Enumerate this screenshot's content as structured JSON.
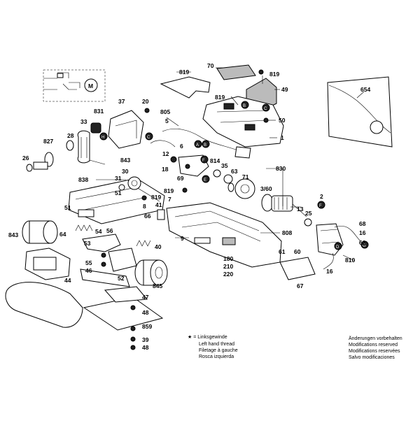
{
  "labels": {
    "l70": "70",
    "l819a": "819",
    "l819b": "819",
    "l819c": "819",
    "l49": "49",
    "l654": "654",
    "l37": "37",
    "l20": "20",
    "l831": "831",
    "l33": "33",
    "l827": "827",
    "l28": "28",
    "l26": "26",
    "l805": "805",
    "l5": "5",
    "l50": "50",
    "l1": "1",
    "l6": "6",
    "l814": "814",
    "l12": "12",
    "l18": "18",
    "l843a": "843",
    "l30": "30",
    "l31": "31",
    "l35": "35",
    "l63": "63",
    "l830": "830",
    "l71": "71",
    "l3_60": "3/60",
    "l69": "69",
    "l838": "838",
    "l51a": "51",
    "l819d": "819",
    "l8": "8",
    "l819e": "819",
    "l7": "7",
    "l13": "13",
    "l2": "2",
    "l25": "25",
    "l68": "68",
    "l51b": "51",
    "l66": "66",
    "l41": "41",
    "l808": "808",
    "l843b": "843",
    "l64": "64",
    "l54": "54",
    "l56": "56",
    "l9": "9",
    "l16a": "16",
    "l62": "62",
    "l53": "53",
    "l40": "40",
    "l61": "61",
    "l60": "60",
    "l810": "810",
    "l55": "55",
    "l46": "46",
    "l180": "180",
    "l210": "210",
    "l220": "220",
    "l16b": "16",
    "l44": "44",
    "l52": "52",
    "l845": "845",
    "l67": "67",
    "l47": "47",
    "l48a": "48",
    "l859": "859",
    "l39": "39",
    "l48b": "48",
    "l_m": "M",
    "lA": "A",
    "lB": "B",
    "lC": "C",
    "lD": "D",
    "lE": "E",
    "lF": "F",
    "lG": "G",
    "lH": "H"
  },
  "legend": {
    "star": "★ = Linksgewinde",
    "line2": "Left hand thread",
    "line3": "Filetage à gauche",
    "line4": "Rosca izquierda"
  },
  "notice": {
    "line1": "Änderungen vorbehalten",
    "line2": "Modifications reserved",
    "line3": "Modifications reservées",
    "line4": "Salvo modificaciones"
  }
}
